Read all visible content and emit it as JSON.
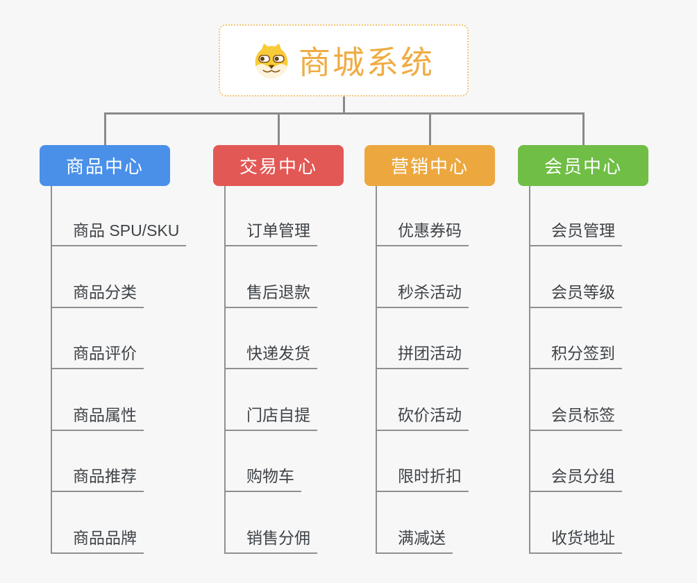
{
  "root": {
    "title": "商城系统",
    "icon": "doge-icon"
  },
  "branches": [
    {
      "label": "商品中心",
      "color": "#4a90e9",
      "children": [
        "商品 SPU/SKU",
        "商品分类",
        "商品评价",
        "商品属性",
        "商品推荐",
        "商品品牌"
      ]
    },
    {
      "label": "交易中心",
      "color": "#e25855",
      "children": [
        "订单管理",
        "售后退款",
        "快递发货",
        "门店自提",
        "购物车",
        "销售分佣"
      ]
    },
    {
      "label": "营销中心",
      "color": "#eca83f",
      "children": [
        "优惠券码",
        "秒杀活动",
        "拼团活动",
        "砍价活动",
        "限时折扣",
        "满减送"
      ]
    },
    {
      "label": "会员中心",
      "color": "#70be46",
      "children": [
        "会员管理",
        "会员等级",
        "积分签到",
        "会员标签",
        "会员分组",
        "收货地址"
      ]
    }
  ],
  "colors": {
    "background": "#f7f7f7",
    "root_title": "#efac43",
    "root_border": "#f2c473",
    "connector": "#8a8a8a",
    "leaf_text": "#3f4347",
    "leaf_line": "#8f8f8f"
  }
}
